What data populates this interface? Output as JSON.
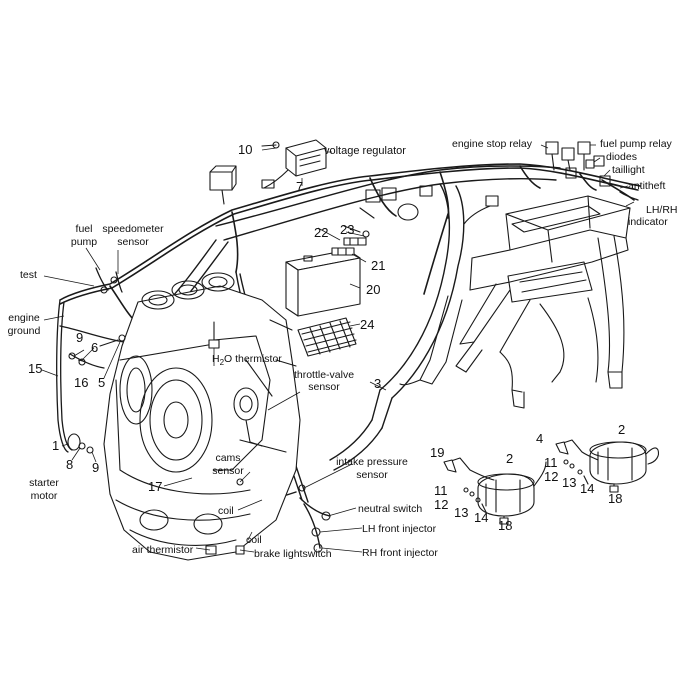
{
  "labels": {
    "voltage_regulator": "voltage regulator",
    "engine_stop_relay": "engine stop relay",
    "fuel_pump_relay": "fuel pump relay",
    "diodes": "diodes",
    "taillight": "taillight",
    "antitheft": "antitheft",
    "lh_rh_indicator_1": "LH/RH",
    "lh_rh_indicator_2": "indicator",
    "fuel_pump_1": "fuel",
    "fuel_pump_2": "pump",
    "speedometer_sensor_1": "speedometer",
    "speedometer_sensor_2": "sensor",
    "test": "test",
    "engine_ground_1": "engine",
    "engine_ground_2": "ground",
    "h2o_pre": "H",
    "h2o_sub": "2",
    "h2o_post": "O thermistor",
    "throttle_valve_sensor_1": "throttle-valve",
    "throttle_valve_sensor_2": "sensor",
    "cams_sensor_1": "cams",
    "cams_sensor_2": "sensor",
    "intake_pressure_sensor_1": "intake pressure",
    "intake_pressure_sensor_2": "sensor",
    "neutral_switch": "neutral switch",
    "lh_front_injector": "LH front injector",
    "rh_front_injector": "RH front injector",
    "coil_upper": "coil",
    "coil_lower": "coil",
    "air_thermistor": "air thermistor",
    "brake_lightswitch": "brake lightswitch",
    "starter_motor_1": "starter",
    "starter_motor_2": "motor"
  },
  "part_numbers": {
    "n10": "10",
    "n7": "7",
    "n22": "22",
    "n23": "23",
    "n21": "21",
    "n20": "20",
    "n24": "24",
    "n9a": "9",
    "n6": "6",
    "n16": "16",
    "n5": "5",
    "n15": "15",
    "n3": "3",
    "n1": "1",
    "n8": "8",
    "n9b": "9",
    "n17": "17",
    "n19": "19",
    "n2a": "2",
    "n11a": "11",
    "n12a": "12",
    "n13a": "13",
    "n14a": "14",
    "n18a": "18",
    "n4": "4",
    "n2b": "2",
    "n11b": "11",
    "n12b": "12",
    "n13b": "13",
    "n14b": "14",
    "n18b": "18"
  }
}
